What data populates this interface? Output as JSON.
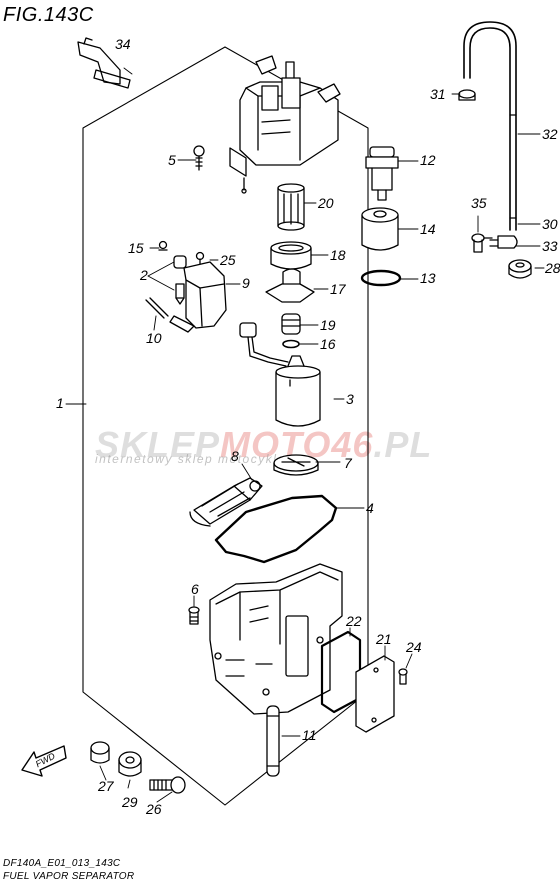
{
  "figure_title": "FIG.143C",
  "footer": {
    "code": "DF140A_E01_013_143C",
    "name": "FUEL VAPOR SEPARATOR"
  },
  "watermark": {
    "brand_a": "SKLEP",
    "brand_b": "MOTO46",
    "brand_c": ".PL",
    "tagline": "internetowy sklep motocyklowy"
  },
  "fwd_label": "FWD",
  "part_numbers": {
    "p1": "1",
    "p2": "2",
    "p3": "3",
    "p4": "4",
    "p5": "5",
    "p6": "6",
    "p7": "7",
    "p8": "8",
    "p9": "9",
    "p10": "10",
    "p11": "11",
    "p12": "12",
    "p13": "13",
    "p14": "14",
    "p15": "15",
    "p16": "16",
    "p17": "17",
    "p18": "18",
    "p19": "19",
    "p20": "20",
    "p21": "21",
    "p22": "22",
    "p24": "24",
    "p25": "25",
    "p26": "26",
    "p27": "27",
    "p28": "28",
    "p29": "29",
    "p30": "30",
    "p31": "31",
    "p32": "32",
    "p33": "33",
    "p34": "34",
    "p35": "35"
  }
}
